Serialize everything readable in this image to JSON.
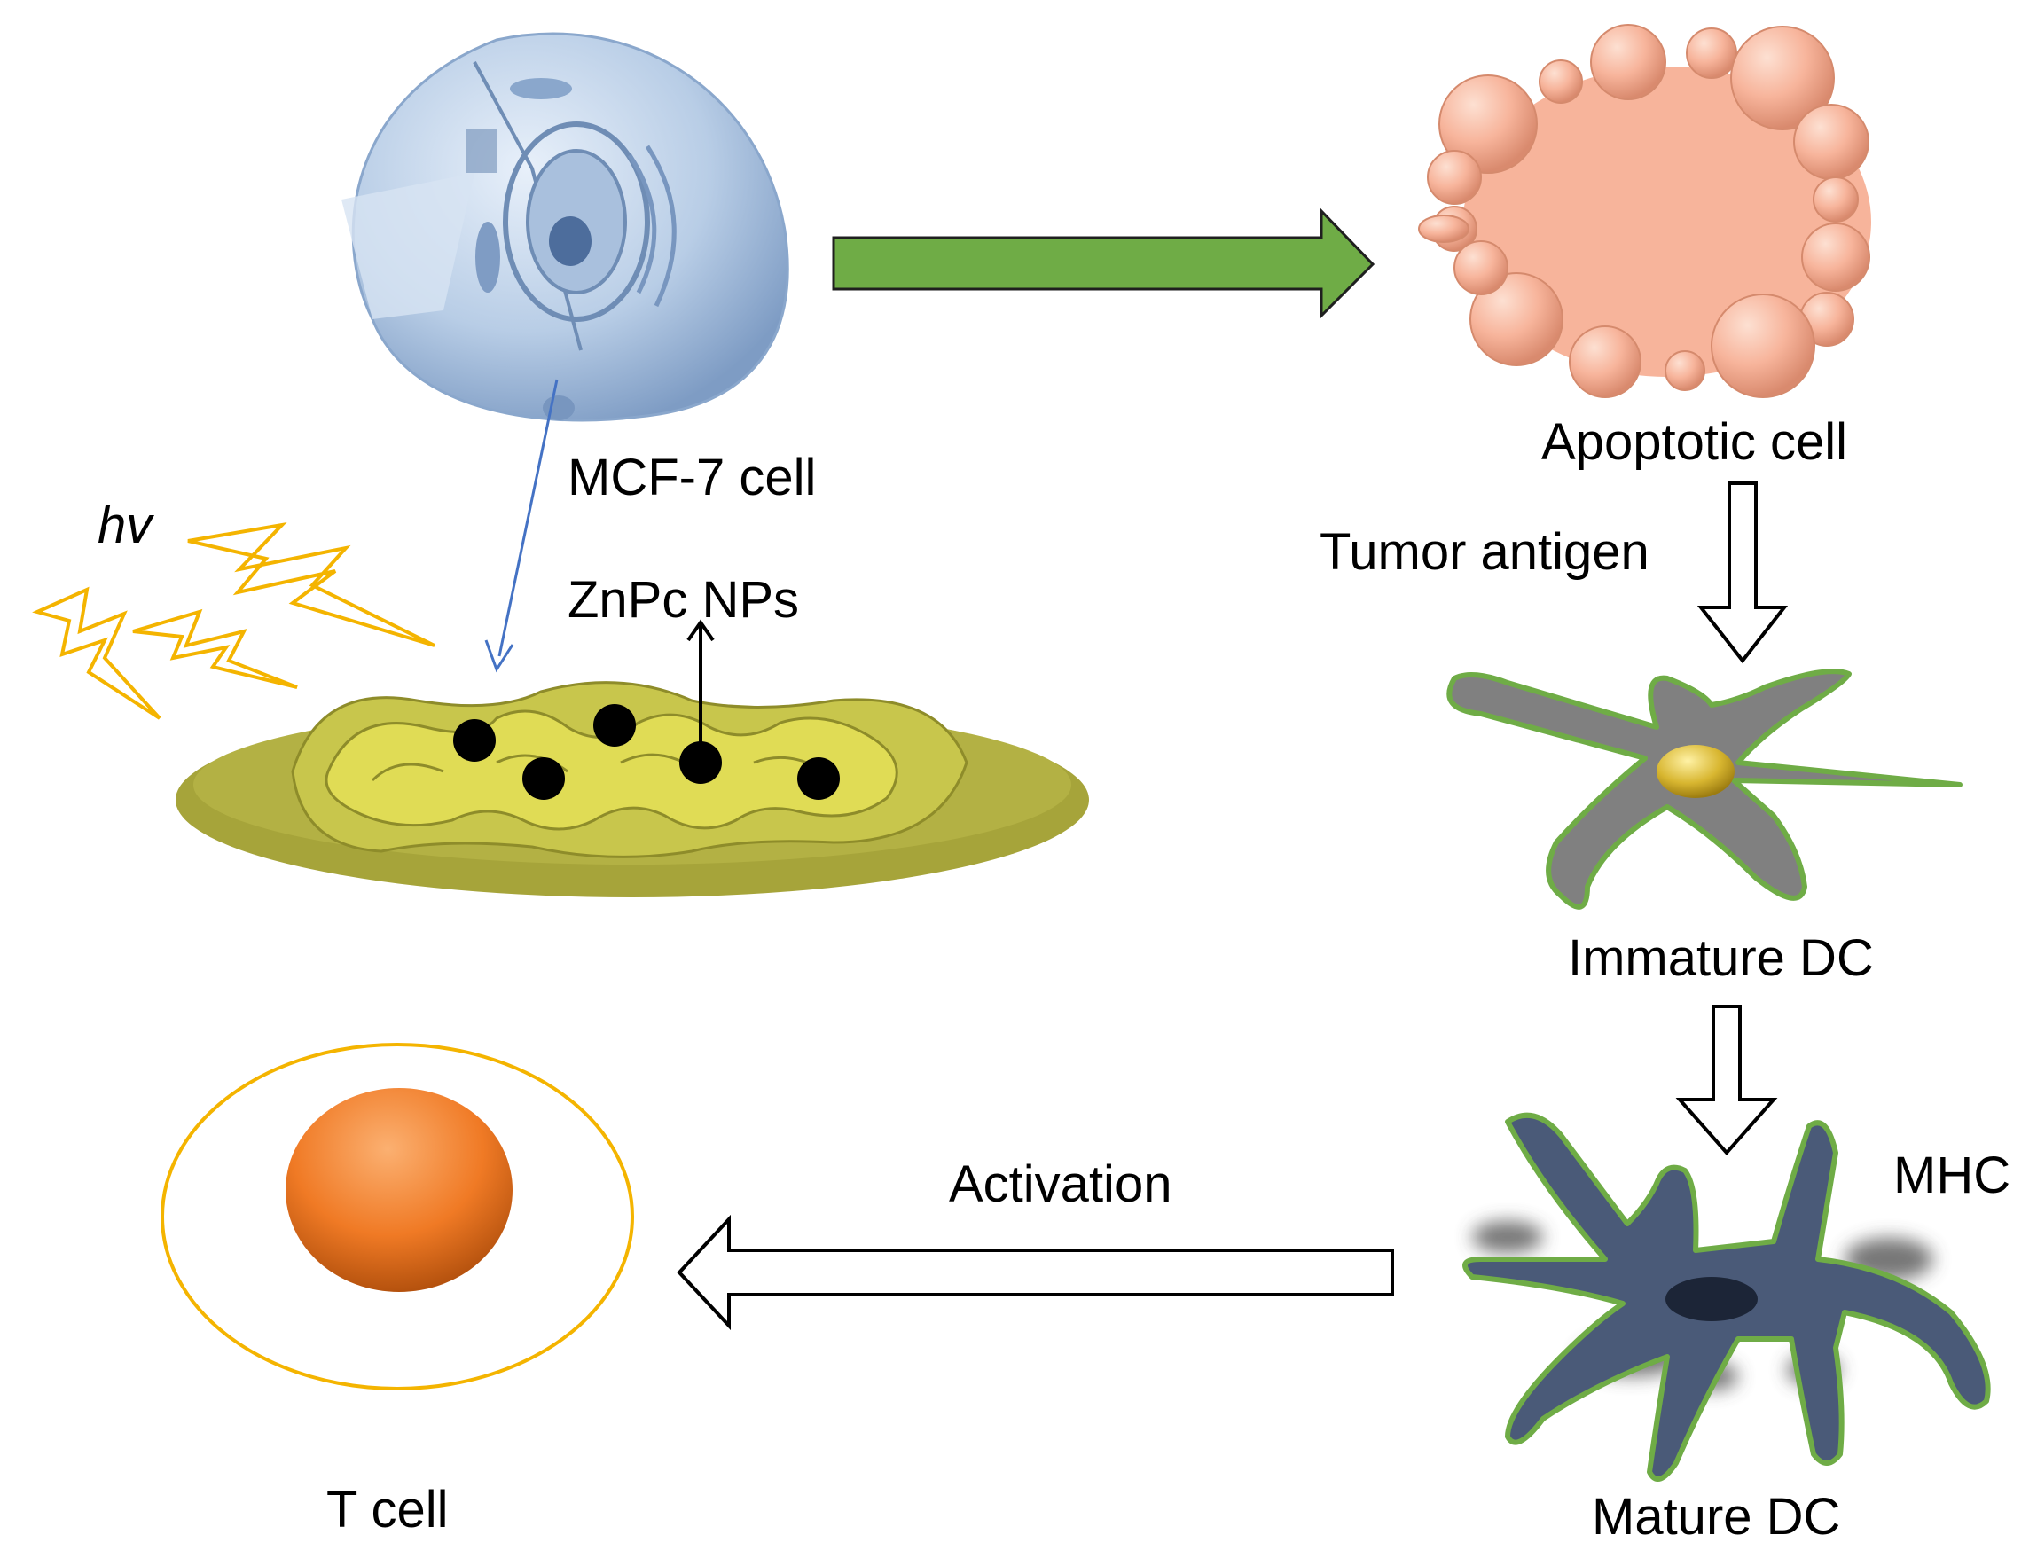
{
  "labels": {
    "mcf7": "MCF-7 cell",
    "hv": "hv",
    "znpc": "ZnPc NPs",
    "apoptotic": "Apoptotic cell",
    "tumor_antigen": "Tumor antigen",
    "immature_dc": "Immature DC",
    "mature_dc": "Mature DC",
    "mhc": "MHC",
    "activation": "Activation",
    "t_cell": "T cell"
  },
  "colors": {
    "mcf7_cell": "#b8cde6",
    "mitochondrion": "#a6a43a",
    "mito_crista": "#e0dc55",
    "green_arrow": "#6fac46",
    "apoptotic_cell": "#f7b49b",
    "immature_dc": "#808080",
    "dc_outline": "#6fac46",
    "mature_dc": "#4a5a78",
    "t_cell_core": "#f07a25",
    "t_cell_ring": "#f4b400",
    "light_bolt": "#f4b400",
    "pointer_arrow": "#4472c4"
  },
  "icons": [
    "mcf7-cell-icon",
    "mitochondrion-icon",
    "lightning-icon",
    "apoptotic-cell-icon",
    "immature-dc-icon",
    "mature-dc-icon",
    "t-cell-icon"
  ]
}
